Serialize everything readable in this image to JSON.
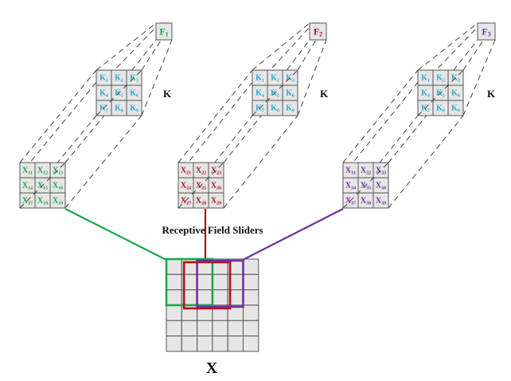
{
  "colors": {
    "kernel_text": "#2aa8d8",
    "cell_fill": "#e6e6e6",
    "green": "#1aa64a",
    "red": "#b0121b",
    "purple": "#7030a0"
  },
  "filters": [
    {
      "label": "F",
      "subscript": "1",
      "color": "#1aa64a",
      "kernel_label": "K",
      "kernel": [
        "K1",
        "K2",
        "K3",
        "K4",
        "K5",
        "K6",
        "K7",
        "K8",
        "K9"
      ],
      "patch": [
        "X11",
        "X12",
        "X13",
        "X14",
        "X15",
        "X16",
        "X17",
        "X18",
        "X19"
      ]
    },
    {
      "label": "F",
      "subscript": "2",
      "color": "#b0121b",
      "kernel_label": "K",
      "kernel": [
        "K1",
        "K2",
        "K3",
        "K4",
        "K5",
        "K6",
        "K7",
        "K8",
        "K9"
      ],
      "patch": [
        "X21",
        "X22",
        "X23",
        "X24",
        "X25",
        "X26",
        "X27",
        "X28",
        "X29"
      ]
    },
    {
      "label": "F",
      "subscript": "3",
      "color": "#7030a0",
      "kernel_label": "K",
      "kernel": [
        "K1",
        "K2",
        "K3",
        "K4",
        "K5",
        "K6",
        "K7",
        "K8",
        "K9"
      ],
      "patch": [
        "X31",
        "X32",
        "X33",
        "X34",
        "X35",
        "X36",
        "X37",
        "X38",
        "X39"
      ]
    }
  ],
  "input": {
    "label": "X",
    "rows": 6,
    "cols": 6
  },
  "caption": "Receptive Field Sliders"
}
